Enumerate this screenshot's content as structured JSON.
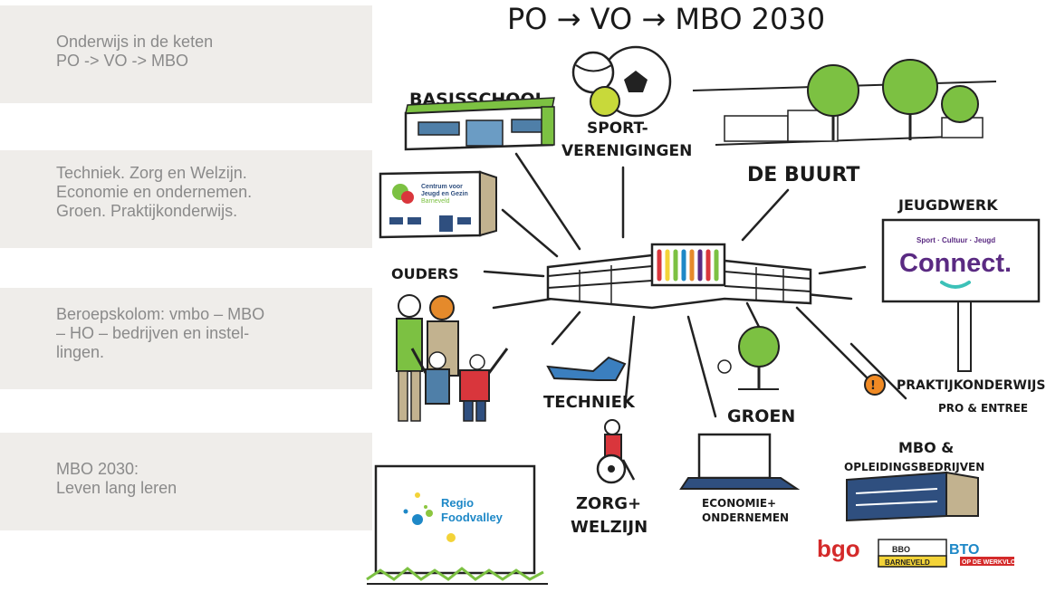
{
  "sidebar": {
    "boxes": [
      {
        "text": "Onderwijs in de keten\nPO -> VO -> MBO"
      },
      {
        "text": "Techniek. Zorg en Welzijn.\nEconomie en ondernemen.\nGroen. Praktijkonderwijs."
      },
      {
        "text": "Beroepskolom: vmbo – MBO\n– HO – bedrijven en instel-\nlingen."
      },
      {
        "text": "MBO 2030:\nLeven lang leren"
      }
    ]
  },
  "diagram": {
    "title": "PO → VO → MBO 2030",
    "labels": {
      "basisschool": "BASISSCHOOL",
      "sport_1": "SPORT-",
      "sport_2": "VERENIGINGEN",
      "buurt": "DE BUURT",
      "jeugdwerk": "JEUGDWERK",
      "ouders": "OUDERS",
      "techniek": "TECHNIEK",
      "zorg_1": "ZORG+",
      "zorg_2": "WELZIJN",
      "economie_1": "ECONOMIE+",
      "economie_2": "ONDERNEMEN",
      "groen": "GROEN",
      "mbo_1": "MBO &",
      "mbo_2": "OPLEIDINGSBEDRIJVEN",
      "praktijk_1": "PRAKTIJKONDERWIJS",
      "praktijk_2": "PRO & ENTREE"
    },
    "cjg": {
      "line1": "Centrum voor",
      "line2": "Jeugd en Gezin",
      "line3": "Barneveld"
    },
    "connect": {
      "tagline": "Sport · Cultuur · Jeugd",
      "name": "Connect."
    },
    "regio": {
      "line1": "Regio",
      "line2": "Foodvalley"
    },
    "logos": {
      "bgo": "bgo",
      "bbo_top": "BBO",
      "bbo_bottom": "BARNEVELD",
      "bto_top": "BTO",
      "bto_bottom": "OP DE WERKVLOER"
    },
    "colors": {
      "connect_purple": "#5a2a82",
      "connect_teal": "#3cc1b8",
      "regio_blue": "#1e88c7",
      "regio_green": "#8cc63f",
      "regio_yellow": "#f3d338",
      "bgo_red": "#d42a2a",
      "tree_green": "#7cc142",
      "jersey_blue": "#4f7fa8",
      "jersey_red": "#d9363c",
      "hair_orange": "#e58a2b",
      "wrench_blue": "#3b7fbf",
      "pro_orange": "#f08a24",
      "mbo_navy": "#2f4f7f"
    }
  }
}
